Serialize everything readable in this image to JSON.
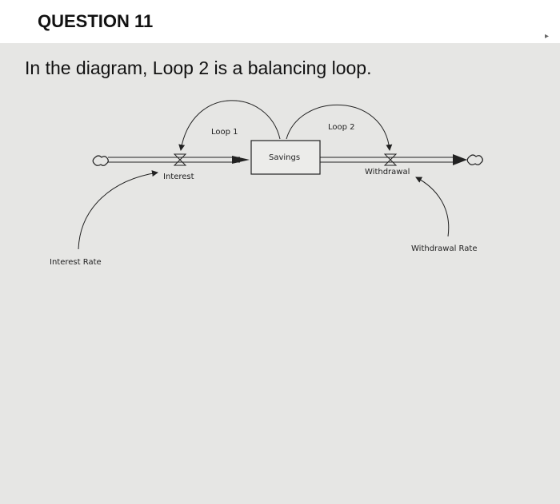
{
  "question": {
    "title": "QUESTION 11",
    "text": "In the diagram, Loop 2 is a balancing loop."
  },
  "diagram": {
    "stock": "Savings",
    "inflow": "Interest",
    "outflow": "Withdrawal",
    "auxiliaries": [
      "Interest Rate",
      "Withdrawal Rate"
    ],
    "loops": [
      "Loop 1",
      "Loop 2"
    ]
  }
}
